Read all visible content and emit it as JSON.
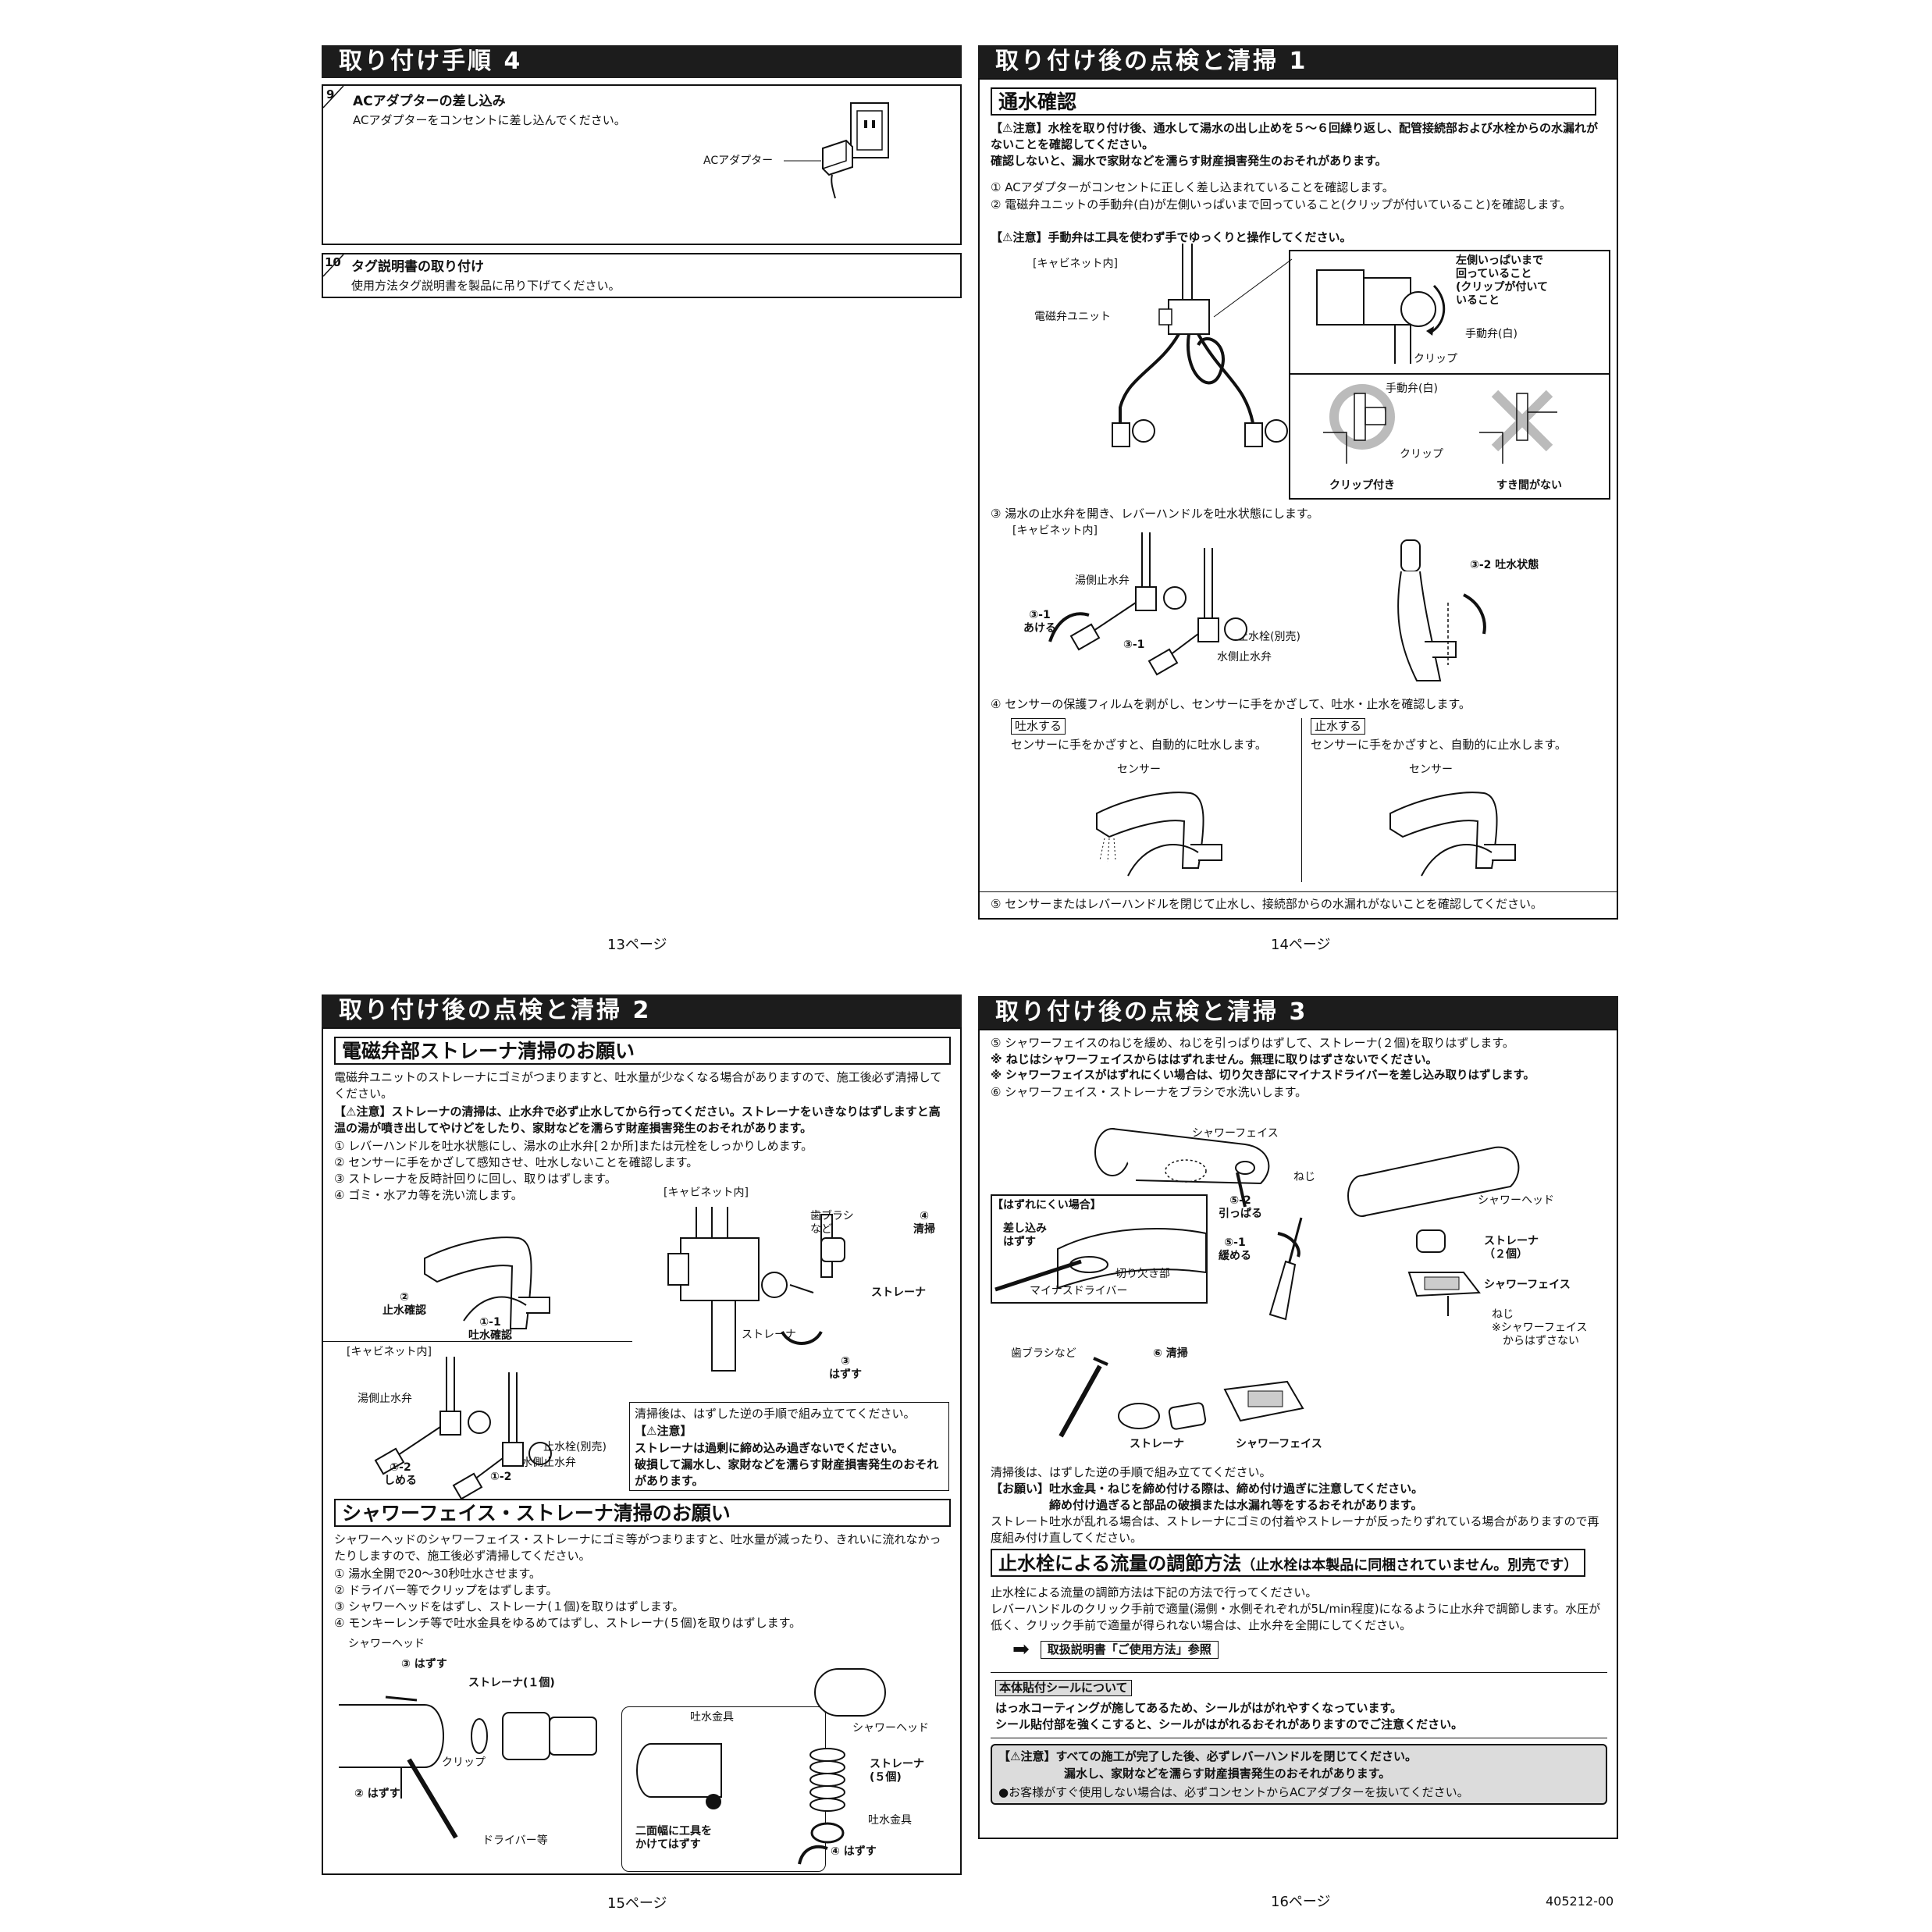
{
  "p13": {
    "title": "取り付け手順 4",
    "s9": {
      "num": "9",
      "head": "ACアダプターの差し込み",
      "body": "ACアダプターをコンセントに差し込んでください。",
      "label": "ACアダプター"
    },
    "s10": {
      "num": "10",
      "head": "タグ説明書の取り付け",
      "body": "使用方法タグ説明書を製品に吊り下げてください。"
    },
    "pageno": "13ページ"
  },
  "p14": {
    "title": "取り付け後の点検と清掃 1",
    "section": "通水確認",
    "caution1_tag": "【⚠注意】",
    "caution1": "水栓を取り付け後、通水して湯水の出し止めを５～６回繰り返し、配管接続部および水栓からの水漏れがないことを確認してください。\n確認しないと、漏水で家財などを濡らす財産損害発生のおそれがあります。",
    "step1": "① ACアダプターがコンセントに正しく差し込まれていることを確認します。",
    "step2": "② 電磁弁ユニットの手動弁(白)が左側いっぱいまで回っていること(クリップが付いていること)を確認します。",
    "caution2_tag": "【⚠注意】",
    "caution2": "手動弁は工具を使わず手でゆっくりと操作してください。",
    "cabinet": "[キャビネット内]",
    "unit": "電磁弁ユニット",
    "detail_left": "左側いっぱいまで\n回っていること\n(クリップが付いて\nいること",
    "manual_valve": "手動弁(白)",
    "clip": "クリップ",
    "ok_label": "クリップ付き",
    "ng_label": "すき間がない",
    "step3": "③ 湯水の止水弁を開き、レバーハンドルを吐水状態にします。",
    "cabinet2": "[キャビネット内]",
    "hot_valve": "湯側止水弁",
    "open1": "③-1\nあける",
    "open2": "③-1",
    "stop_valve": "止水栓(別売)",
    "cold_valve": "水側止水弁",
    "spout_state": "③-2 吐水状態",
    "step4": "④ センサーの保護フィルムを剥がし、センサーに手をかざして、吐水・止水を確認します。",
    "flow_tag": "吐水する",
    "flow_text": "センサーに手をかざすと、自動的に吐水します。",
    "stop_tag": "止水する",
    "stop_text": "センサーに手をかざすと、自動的に止水します。",
    "sensor": "センサー",
    "step5": "⑤ センサーまたはレバーハンドルを閉じて止水し、接続部からの水漏れがないことを確認してください。",
    "pageno": "14ページ"
  },
  "p15": {
    "title": "取り付け後の点検と清掃 2",
    "sec1": "電磁弁部ストレーナ清掃のお願い",
    "intro1": "電磁弁ユニットのストレーナにゴミがつまりますと、吐水量が少なくなる場合がありますので、施工後必ず清掃してください。",
    "caution_tag": "【⚠注意】",
    "caution": "ストレーナの清掃は、止水弁で必ず止水してから行ってください。ストレーナをいきなりはずしますと高温の湯が噴き出してやけどをしたり、家財などを濡らす財産損害発生のおそれがあります。",
    "s1": "① レバーハンドルを吐水状態にし、湯水の止水弁[２か所]または元栓をしっかりしめます。",
    "s2": "② センサーに手をかざして感知させ、吐水しないことを確認します。",
    "s3": "③ ストレーナを反時計回りに回し、取りはずします。",
    "s4": "④ ゴミ・水アカ等を洗い流します。",
    "cabinet": "[キャビネット内]",
    "brush": "歯ブラシ\nなど",
    "clean": "④\n清掃",
    "strainer": "ストレーナ",
    "strainer2": "ストレーナ",
    "remove": "③\nはずす",
    "stop_check": "②\n止水確認",
    "flow_check": "①-1\n吐水確認",
    "cabinet2": "[キャビネット内]",
    "hot_valve": "湯側止水弁",
    "close1": "①-2\nしめる",
    "close2": "①-2",
    "stop_valve": "止水栓(別売)",
    "cold_valve": "水側止水弁",
    "note1": "清掃後は、はずした逆の手順で組み立ててください。",
    "note_tag": "【⚠注意】",
    "note2": "ストレーナは過剰に締め込み過ぎないでください。\n破損して漏水し、家財などを濡らす財産損害発生のおそれがあります。",
    "sec2": "シャワーフェイス・ストレーナ清掃のお願い",
    "intro2": "シャワーヘッドのシャワーフェイス・ストレーナにゴミ等がつまりますと、吐水量が減ったり、きれいに流れなかったりしますので、施工後必ず清掃してください。",
    "t1": "① 湯水全開で20～30秒吐水させます。",
    "t2": "② ドライバー等でクリップをはずします。",
    "t3": "③ シャワーヘッドをはずし、ストレーナ(１個)を取りはずします。",
    "t4": "④ モンキーレンチ等で吐水金具をゆるめてはずし、ストレーナ(５個)を取りはずします。",
    "shower_head": "シャワーヘッド",
    "remove3": "③ はずす",
    "strainer1": "ストレーナ(１個)",
    "clip": "クリップ",
    "remove2": "② はずす",
    "driver": "ドライバー等",
    "fitting": "吐水金具",
    "shower_head2": "シャワーヘッド",
    "strainer5": "ストレーナ\n(５個)",
    "fitting2": "吐水金具",
    "tool_note": "二面幅に工具を\nかけてはずす",
    "remove4": "④ はずす",
    "pageno": "15ページ"
  },
  "p16": {
    "title": "取り付け後の点検と清掃 3",
    "l1": "⑤ シャワーフェイスのねじを緩め、ねじを引っぱりはずして、ストレーナ(２個)を取りはずします。",
    "l2": "※ ねじはシャワーフェイスからははずれません。無理に取りはずさないでください。",
    "l3": "※ シャワーフェイスがはずれにくい場合は、切り欠き部にマイナスドライバーを差し込み取りはずします。",
    "l4": "⑥ シャワーフェイス・ストレーナをブラシで水洗いします。",
    "face": "シャワーフェイス",
    "screw": "ねじ",
    "hard": "【はずれにくい場合】",
    "insert": "差し込み\nはずす",
    "notch": "切り欠き部",
    "minus": "マイナスドライバー",
    "pull": "⑤-2\n引っぱる",
    "loosen": "⑤-1\n緩める",
    "shower_head": "シャワーヘッド",
    "strainer2": "ストレーナ\n（２個）",
    "face2": "シャワーフェイス",
    "screw2": "ねじ\n※シャワーフェイス\n　からはずさない",
    "brush": "歯ブラシなど",
    "clean": "⑥ 清掃",
    "strainer": "ストレーナ",
    "face3": "シャワーフェイス",
    "after1": "清掃後は、はずした逆の手順で組み立ててください。",
    "after2": "【お願い】吐水金具・ねじを締め付ける際は、締め付け過ぎに注意してください。\n　　　　　締め付け過ぎると部品の破損または水漏れ等をするおそれがあります。",
    "after3": "ストレート吐水が乱れる場合は、ストレーナにゴミの付着やストレーナが反ったりずれている場合がありますので再度組み付け直してください。",
    "sec": "止水栓による流量の調節方法",
    "sec_small": "（止水栓は本製品に同梱されていません。別売です）",
    "adj1": "止水栓による流量の調節方法は下記の方法で行ってください。",
    "adj2": "レバーハンドルのクリック手前で適量(湯側・水側それぞれが5L/min程度)になるように止水弁で調節します。水圧が低く、クリック手前で適量が得られない場合は、止水弁を全開にしてください。",
    "ref": "取扱説明書「ご使用方法」参照",
    "seal_h": "本体貼付シールについて",
    "seal": "はっ水コーティングが施してあるため、シールがはがれやすくなっています。\nシール貼付部を強くこすると、シールがはがれるおそれがありますのでご注意ください。",
    "final_tag": "【⚠注意】",
    "final1": "すべての施工が完了した後、必ずレバーハンドルを閉じてください。",
    "final2": "漏水し、家財などを濡らす財産損害発生のおそれがあります。",
    "final3": "●お客様がすぐ使用しない場合は、必ずコンセントからACアダプターを抜いてください。",
    "pageno": "16ページ",
    "docno": "405212-00"
  }
}
